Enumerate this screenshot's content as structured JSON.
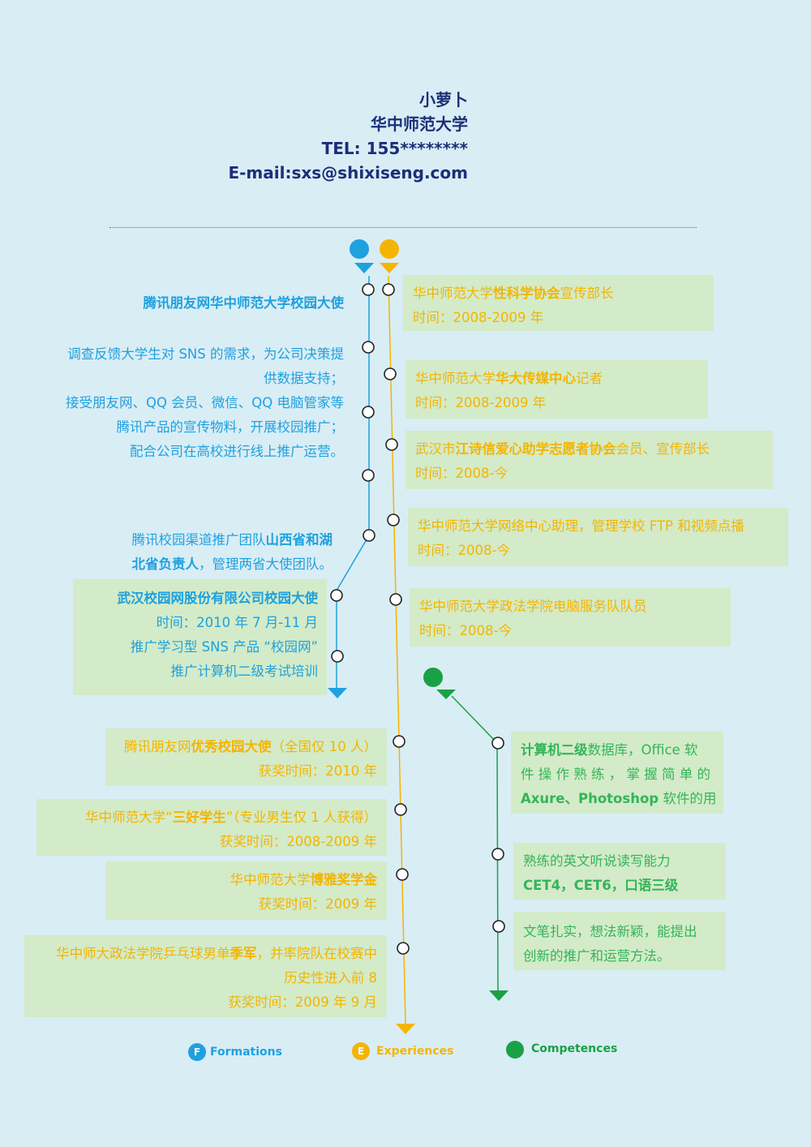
{
  "header": {
    "name": "小萝卜",
    "school": "华中师范大学",
    "tel": "TEL: 155********",
    "email": "E-mail:sxs@shixiseng.com"
  },
  "colors": {
    "background": "#d9edf5",
    "formations": "#1ea1df",
    "experiences": "#f5b400",
    "competences": "#1aa145",
    "box": "#d3ebc8",
    "header_text": "#1b2f78"
  },
  "left": {
    "ambassador_title": "腾讯朋友网华中师范大学校园大使",
    "duties": [
      "调查反馈大学生对 SNS 的需求，为公司决策提",
      "供数据支持；",
      "接受朋友网、QQ 会员、微信、QQ 电脑管家等",
      "腾讯产品的宣传物料，开展校园推广；",
      "配合公司在高校进行线上推广运营。"
    ],
    "team_line1_plain": "腾讯校园渠道推广团队",
    "team_line1_bold": "山西省和湖",
    "team_line2_bold": "北省负责人",
    "team_line2_plain": "，管理两省大使团队。",
    "campus_net": {
      "title": "武汉校园网股份有限公司校园大使",
      "time": "时间：2010 年 7 月-11 月",
      "line3": "推广学习型 SNS 产品 “校园网”",
      "line4": "推广计算机二级考试培训"
    }
  },
  "experiences": [
    {
      "pre": "华中师范大学",
      "bold": "性科学协会",
      "post": "宣传部长",
      "time": "时间：2008-2009 年"
    },
    {
      "pre": "华中师范大学",
      "bold": "华大传媒中心",
      "post": "记者",
      "time": "时间：2008-2009 年"
    },
    {
      "pre": "武汉市",
      "bold": "江诗信爱心助学志愿者协会",
      "post": "会员、宣传部长",
      "time": "时间：2008-今"
    },
    {
      "pre": "华中师范大学网络中心助理，管理学校 FTP 和视频点播",
      "bold": "",
      "post": "",
      "time": "时间：2008-今"
    },
    {
      "pre": "华中师范大学政法学院电脑服务队队员",
      "bold": "",
      "post": "",
      "time": "时间：2008-今"
    }
  ],
  "awards": [
    {
      "pre": "腾讯朋友网",
      "bold": "优秀校园大使",
      "post": "（全国仅 10 人）",
      "time": "获奖时间：2010 年"
    },
    {
      "pre": "华中师范大学“",
      "bold": "三好学生",
      "post": "”（专业男生仅 1 人获得）",
      "time": "获奖时间：2008-2009 年"
    },
    {
      "pre": "华中师范大学",
      "bold": "博雅奖学金",
      "post": "",
      "time": "获奖时间：2009 年"
    },
    {
      "pre": "华中师大政法学院乒乓球男单",
      "bold": "季军",
      "post": "，并率院队在校赛中",
      "line2": "历史性进入前 8",
      "time": "获奖时间：2009 年 9 月"
    }
  ],
  "competences": {
    "c1_bold1": "计算机二级",
    "c1_text1": "数据库，Office 软",
    "c1_line2": "件 操 作 熟 练 ， 掌 握 简 单 的",
    "c1_bold3": "Axure、Photoshop",
    "c1_text3": " 软件的用",
    "c2_line1": "熟练的英文听说读写能力",
    "c2_line2": "CET4，CET6，口语三级",
    "c3_line1": "文笔扎实，想法新颖，能提出",
    "c3_line2": "创新的推广和运营方法。"
  },
  "legend": [
    {
      "letter": "F",
      "label": "Formations"
    },
    {
      "letter": "E",
      "label": "Experiences"
    },
    {
      "letter": "",
      "label": "Competences"
    }
  ]
}
